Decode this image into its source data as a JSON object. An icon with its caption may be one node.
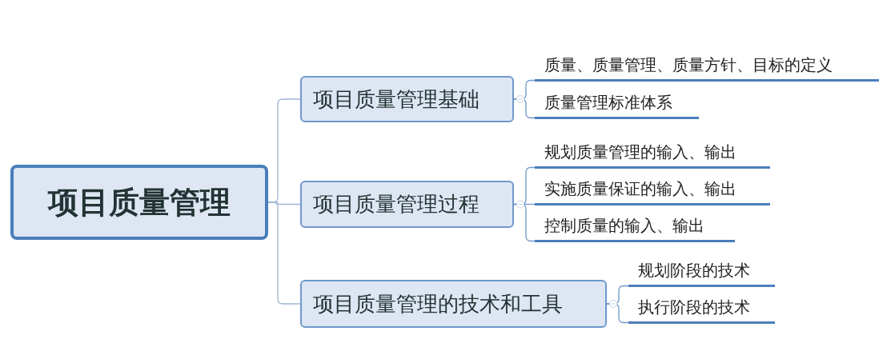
{
  "diagram": {
    "nodes": [
      {
        "text": [
          "项目质量管理"
        ]
      },
      {
        "text": [
          "项目质量管理基础"
        ]
      },
      {
        "text": [
          "项目质量管理过程"
        ]
      },
      {
        "text": [
          "项目质量管理的技术和工具"
        ]
      },
      {
        "text": [
          "质量、质量管理、质量方针、目标的定义"
        ]
      },
      {
        "text": [
          "质量管理标准体系"
        ]
      },
      {
        "text": [
          "规划质量管理的输入、输出"
        ]
      },
      {
        "text": [
          "实施质量保证的输入、输出"
        ]
      },
      {
        "text": [
          "控制质量的输入、输出"
        ]
      },
      {
        "text": [
          "规划阶段的技术"
        ]
      },
      {
        "text": [
          "执行阶段的技术"
        ]
      }
    ],
    "edges": [
      {
        "from": 0,
        "to": 1,
        "arrow": "none"
      },
      {
        "from": 0,
        "to": 2,
        "arrow": "none"
      },
      {
        "from": 0,
        "to": 3,
        "arrow": "none"
      },
      {
        "from": 1,
        "to": 4,
        "arrow": "none"
      },
      {
        "from": 1,
        "to": 5,
        "arrow": "none"
      },
      {
        "from": 2,
        "to": 6,
        "arrow": "none"
      },
      {
        "from": 2,
        "to": 7,
        "arrow": "none"
      },
      {
        "from": 2,
        "to": 8,
        "arrow": "none"
      },
      {
        "from": 3,
        "to": 9,
        "arrow": "none"
      },
      {
        "from": 3,
        "to": 10,
        "arrow": "none"
      }
    ]
  }
}
